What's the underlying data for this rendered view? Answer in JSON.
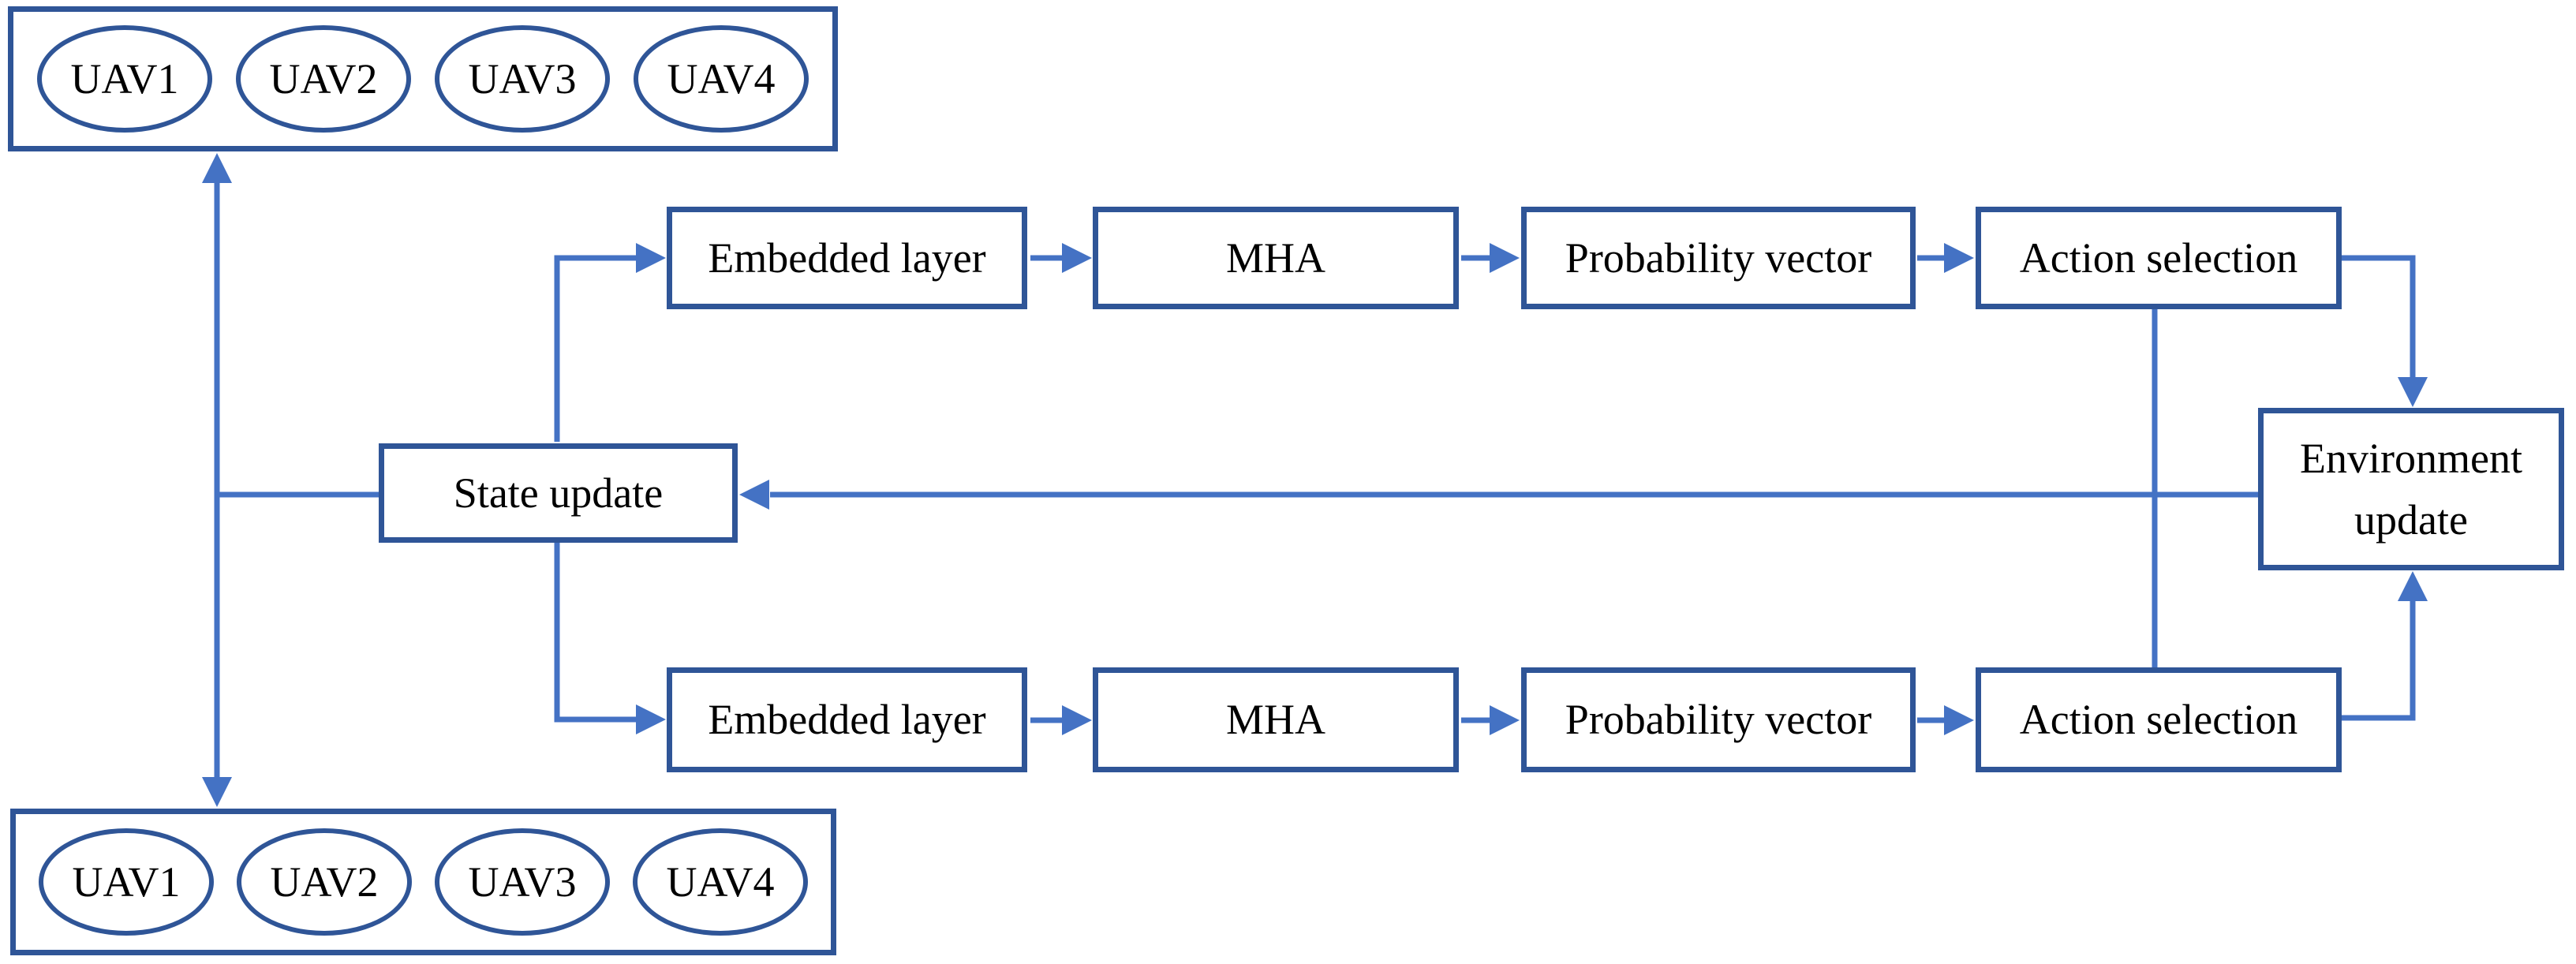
{
  "diagram": {
    "background": "#ffffff",
    "colors": {
      "box_border": "#2f5597",
      "connector": "#4472c4",
      "text": "#000000"
    },
    "uav_group_top": {
      "items": [
        "UAV1",
        "UAV2",
        "UAV3",
        "UAV4"
      ]
    },
    "uav_group_bottom": {
      "items": [
        "UAV1",
        "UAV2",
        "UAV3",
        "UAV4"
      ]
    },
    "state_update": {
      "label": "State update"
    },
    "environment_update": {
      "line1": "Environment",
      "line2": "update"
    },
    "pipeline_top": {
      "embedded": "Embedded layer",
      "mha": "MHA",
      "probability": "Probability vector",
      "action": "Action selection"
    },
    "pipeline_bottom": {
      "embedded": "Embedded layer",
      "mha": "MHA",
      "probability": "Probability vector",
      "action": "Action selection"
    }
  }
}
